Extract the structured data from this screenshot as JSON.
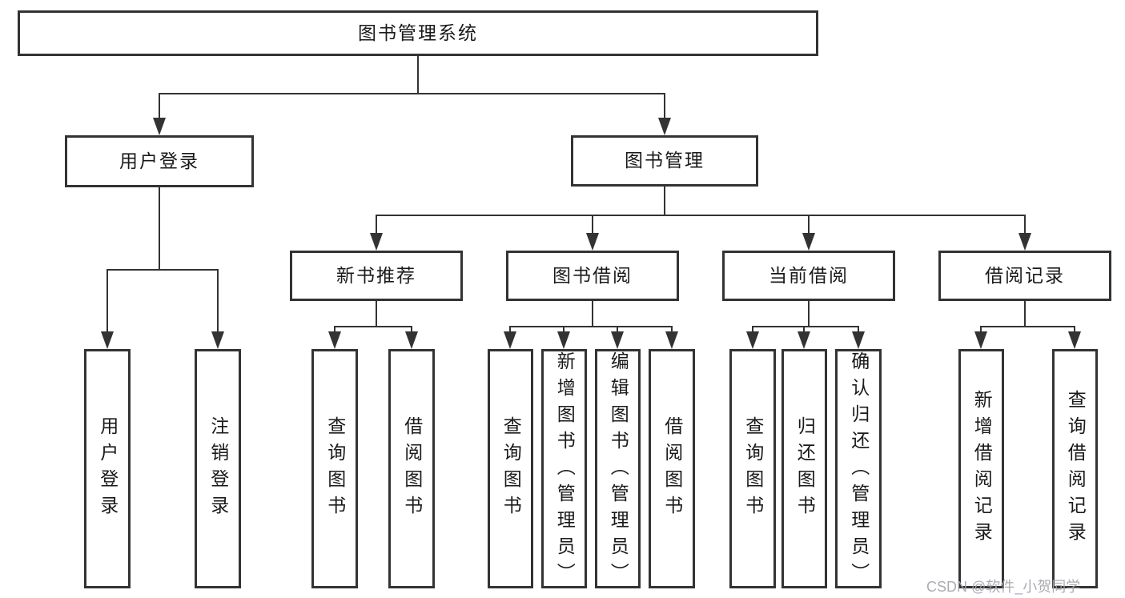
{
  "diagram": {
    "title_node": "图书管理系统",
    "level2": {
      "user_login": "用户登录",
      "book_management": "图书管理"
    },
    "level3": {
      "new_book_recommend": "新书推荐",
      "book_borrow": "图书借阅",
      "current_borrow": "当前借阅",
      "borrow_record": "借阅记录"
    },
    "leaves": {
      "login_user": "用户登录",
      "login_logout": "注销登录",
      "rec_query_book": "查询图书",
      "rec_borrow_book": "借阅图书",
      "bor_query_book": "查询图书",
      "bor_add_book": "新增图书（管理员）",
      "bor_edit_book": "编辑图书（管理员）",
      "bor_borrow_book": "借阅图书",
      "cur_query_book": "查询图书",
      "cur_return_book": "归还图书",
      "cur_confirm_return": "确认归还（管理员）",
      "rcd_add_record": "新增借阅记录",
      "rcd_query_record": "查询借阅记录"
    },
    "watermark": "CSDN @软件_小贺同学",
    "colors": {
      "line": "#333333",
      "text": "#1a1a1a",
      "watermark": "#a4a4ac",
      "background": "#ffffff"
    }
  }
}
